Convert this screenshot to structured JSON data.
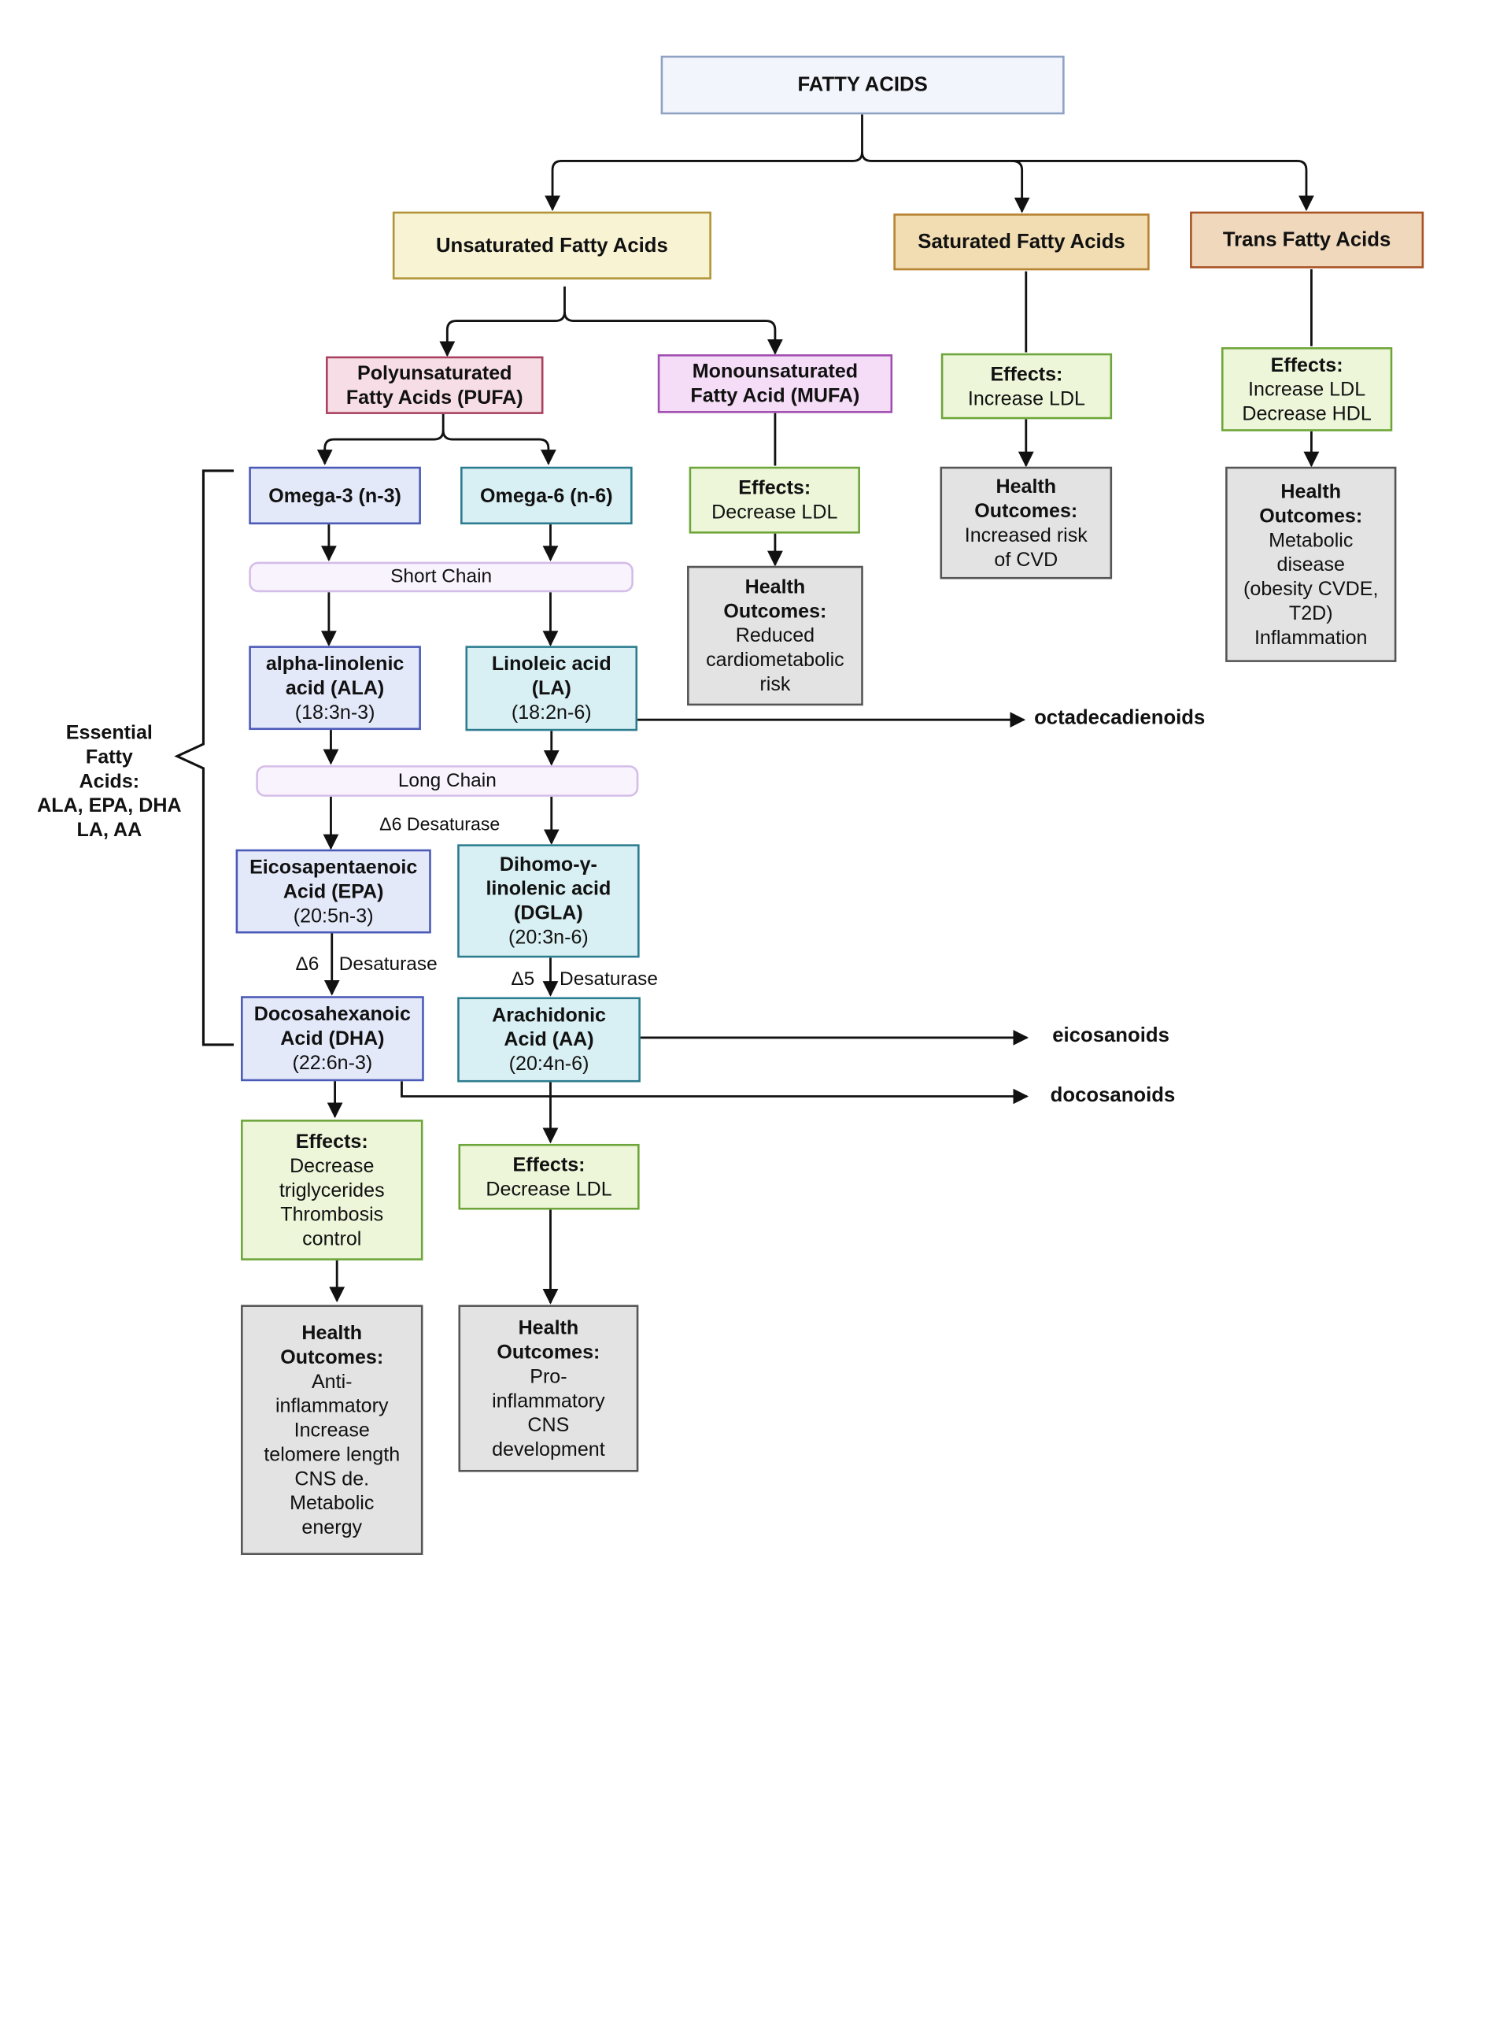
{
  "title": "FATTY ACIDS",
  "categories": {
    "unsaturated": "Unsaturated Fatty Acids",
    "saturated": "Saturated Fatty Acids",
    "trans": "Trans Fatty Acids"
  },
  "pufa": {
    "line1": "Polyunsaturated",
    "line2": "Fatty Acids (PUFA)"
  },
  "mufa": {
    "line1": "Monounsaturated",
    "line2": "Fatty Acid (MUFA)"
  },
  "omega3": "Omega-3 (n-3)",
  "omega6": "Omega-6 (n-6)",
  "short_chain": "Short Chain",
  "long_chain": "Long Chain",
  "ala": {
    "line1": "alpha-linolenic",
    "line2": "acid (ALA)",
    "formula": "(18:3n-3)"
  },
  "la": {
    "line1": "Linoleic acid",
    "line2": "(LA)",
    "formula": "(18:2n-6)"
  },
  "epa": {
    "line1": "Eicosapentaenoic",
    "line2": "Acid (EPA)",
    "formula": "(20:5n-3)"
  },
  "dgla": {
    "line1": "Dihomo-γ-",
    "line2": "linolenic acid",
    "line3": "(DGLA)",
    "formula": "(20:3n-6)"
  },
  "dha": {
    "line1": "Docosahexanoic",
    "line2": "Acid (DHA)",
    "formula": "(22:6n-3)"
  },
  "aa": {
    "line1": "Arachidonic",
    "line2": "Acid (AA)",
    "formula": "(20:4n-6)"
  },
  "enzymes": {
    "d6_long": "Δ6 Desaturase",
    "d6_n3_a": "Δ6",
    "d6_n3_b": "Desaturase",
    "d5_a": "Δ5",
    "d5_b": "Desaturase"
  },
  "essential": {
    "lines": [
      "Essential",
      "Fatty",
      "Acids:",
      "ALA, EPA, DHA",
      "LA, AA"
    ]
  },
  "outputs": {
    "octadecadienoids": "octadecadienoids",
    "eicosanoids": "eicosanoids",
    "docosanoids": "docosanoids"
  },
  "effects_heading": "Effects:",
  "health_heading": {
    "line1": "Health",
    "line2": "Outcomes:"
  },
  "mufa_effects": [
    "Decrease LDL"
  ],
  "mufa_health": [
    "Reduced",
    "cardiometabolic",
    "risk"
  ],
  "sat_effects": [
    "Increase LDL"
  ],
  "sat_health": [
    "Increased risk",
    "of CVD"
  ],
  "trans_effects": [
    "Increase LDL",
    "Decrease HDL"
  ],
  "trans_health": [
    "Metabolic",
    "disease",
    "(obesity CVDE,",
    "T2D)",
    "Inflammation"
  ],
  "dha_effects": [
    "Decrease",
    "triglycerides",
    "Thrombosis",
    "control"
  ],
  "dha_health": [
    "Anti-",
    "inflammatory",
    "Increase",
    "telomere length",
    "CNS de.",
    "Metabolic",
    "energy"
  ],
  "aa_effects": [
    "Decrease LDL"
  ],
  "aa_health": [
    "Pro-",
    "inflammatory",
    "CNS",
    "development"
  ]
}
